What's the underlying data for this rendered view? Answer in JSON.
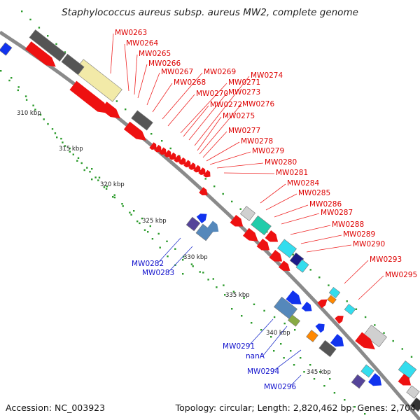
{
  "title": "Staphylococcus aureus subsp. aureus MW2, complete genome",
  "footer": {
    "accession": "Accession: NC_003923",
    "summary": "Topology: circular; Length: 2,820,462 bp; Genes: 2,704"
  },
  "colors": {
    "backbone": "#7f7f7f",
    "forward_gene": "#ee1111",
    "label_red": "#dd0000",
    "label_blue": "#1111cc",
    "tick_green": "#2a9a2a",
    "grey_block": "#555555",
    "cyan": "#33ddee",
    "teal": "#22ccaa",
    "blue": "#1133ee",
    "steel": "#5588bb",
    "purple": "#554499",
    "orange": "#ff8800",
    "yellow": "#f2eaa8",
    "light_grey": "#d0d0d0"
  },
  "scale_labels": [
    "310 kbp",
    "315 kbp",
    "320 kbp",
    "325 kbp",
    "330 kbp",
    "335 kbp",
    "340 kbp",
    "345 kbp"
  ],
  "red_labels": [
    "MW0263",
    "MW0264",
    "MW0265",
    "MW0266",
    "MW0267",
    "MW0268",
    "MW0269",
    "MW0270",
    "MW0271",
    "MW0272",
    "MW0273",
    "MW0274",
    "MW0275",
    "MW0276",
    "MW0277",
    "MW0278",
    "MW0279",
    "MW0280",
    "MW0281",
    "MW0284",
    "MW0285",
    "MW0286",
    "MW0287",
    "MW0288",
    "MW0289",
    "MW0290",
    "MW0293",
    "MW0295"
  ],
  "blue_labels": [
    "MW0282",
    "MW0283",
    "MW0291",
    "nanA",
    "MW0294",
    "MW0296"
  ]
}
